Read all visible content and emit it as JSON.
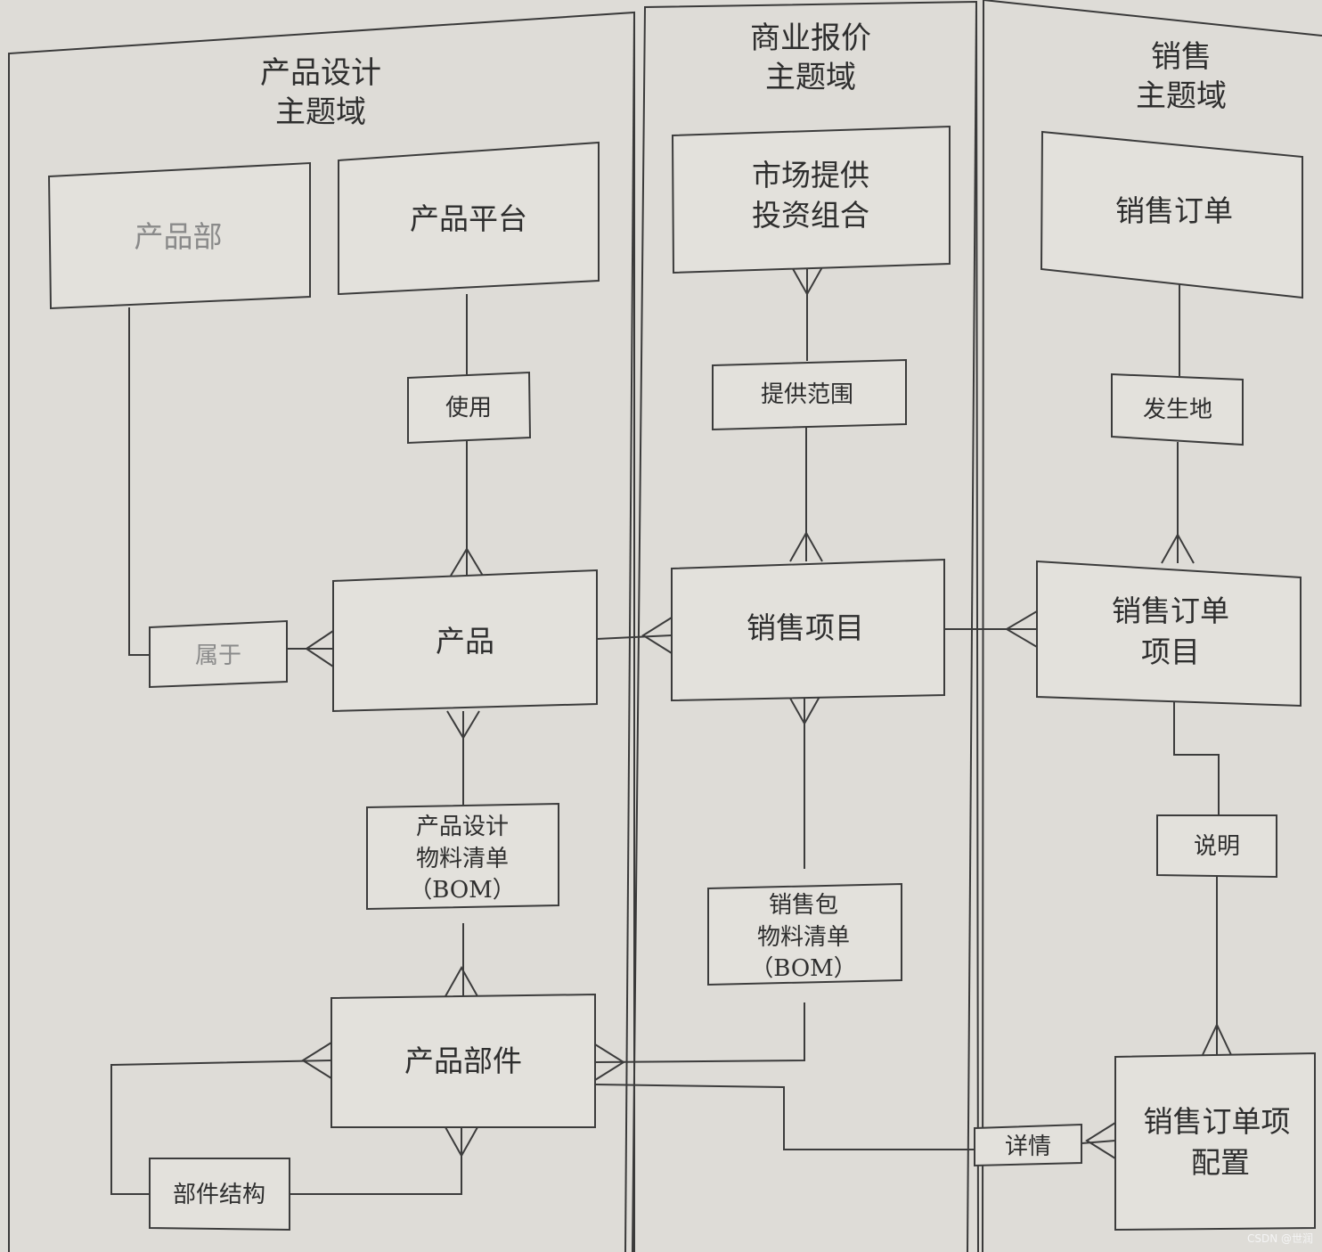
{
  "columns": [
    {
      "id": "design",
      "title": [
        "产品设计",
        "主题域"
      ]
    },
    {
      "id": "quote",
      "title": [
        "商业报价",
        "主题域"
      ]
    },
    {
      "id": "sales",
      "title": [
        "销售",
        "主题域"
      ]
    }
  ],
  "entities": [
    {
      "id": "product-line",
      "lines": [
        "产品部"
      ],
      "faint": true
    },
    {
      "id": "product-platform",
      "lines": [
        "产品平台"
      ]
    },
    {
      "id": "product",
      "lines": [
        "产品"
      ]
    },
    {
      "id": "product-component",
      "lines": [
        "产品部件"
      ]
    },
    {
      "id": "market-portfolio",
      "lines": [
        "市场提供",
        "投资组合"
      ]
    },
    {
      "id": "sales-item",
      "lines": [
        "销售项目"
      ]
    },
    {
      "id": "sales-order",
      "lines": [
        "销售订单"
      ]
    },
    {
      "id": "sales-order-item",
      "lines": [
        "销售订单",
        "项目"
      ]
    },
    {
      "id": "sales-order-item-config",
      "lines": [
        "销售订单项",
        "配置"
      ]
    }
  ],
  "relationships": [
    {
      "id": "uses",
      "lines": [
        "使用"
      ]
    },
    {
      "id": "belongs-to",
      "lines": [
        "属于"
      ]
    },
    {
      "id": "design-bom",
      "lines": [
        "产品设计",
        "物料清单",
        "（BOM）"
      ]
    },
    {
      "id": "component-structure",
      "lines": [
        "部件结构"
      ]
    },
    {
      "id": "offer-scope",
      "lines": [
        "提供范围"
      ]
    },
    {
      "id": "sales-bom",
      "lines": [
        "销售包",
        "物料清单",
        "（BOM）"
      ]
    },
    {
      "id": "occurs-at",
      "lines": [
        "发生地"
      ]
    },
    {
      "id": "describes",
      "lines": [
        "说明"
      ]
    },
    {
      "id": "details",
      "lines": [
        "详情"
      ]
    }
  ],
  "watermark": "CSDN @世润"
}
